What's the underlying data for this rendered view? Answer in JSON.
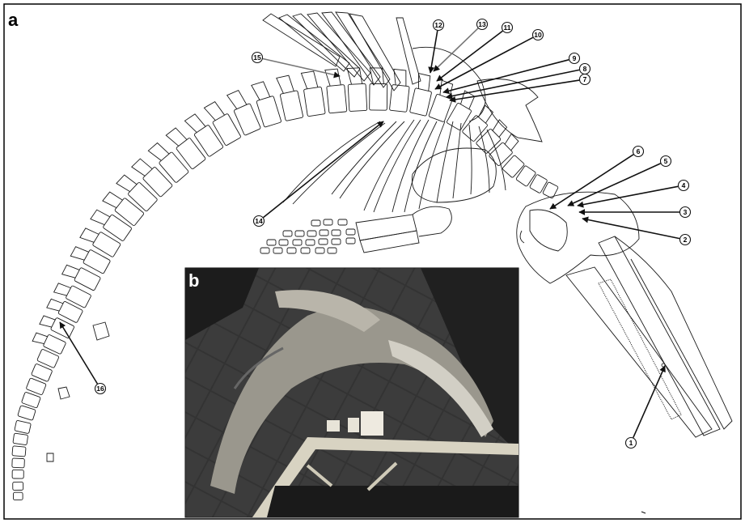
{
  "panels": {
    "a": {
      "label": "a"
    },
    "b": {
      "label": "b"
    }
  },
  "callouts": [
    {
      "id": 1,
      "label": "1"
    },
    {
      "id": 2,
      "label": "2"
    },
    {
      "id": 3,
      "label": "3"
    },
    {
      "id": 4,
      "label": "4"
    },
    {
      "id": 5,
      "label": "5"
    },
    {
      "id": 6,
      "label": "6"
    },
    {
      "id": 7,
      "label": "7"
    },
    {
      "id": 8,
      "label": "8"
    },
    {
      "id": 9,
      "label": "9"
    },
    {
      "id": 10,
      "label": "10"
    },
    {
      "id": 11,
      "label": "11"
    },
    {
      "id": 12,
      "label": "12"
    },
    {
      "id": 13,
      "label": "13"
    },
    {
      "id": 14,
      "label": "14"
    },
    {
      "id": 15,
      "label": "15"
    },
    {
      "id": 16,
      "label": "16"
    }
  ],
  "colors": {
    "line": "#1a1a1a",
    "photo_dark": "#2a2a2a",
    "photo_bone": "#c8c4b8",
    "frame": "#000000"
  }
}
